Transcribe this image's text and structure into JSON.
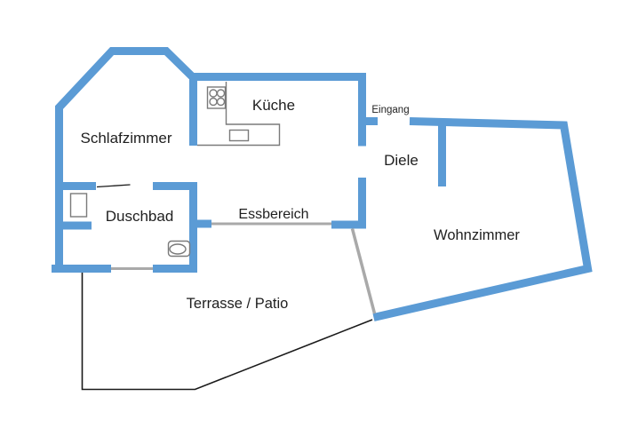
{
  "floor_plan": {
    "rooms": [
      {
        "label": "Schlafzimmer"
      },
      {
        "label": "Küche"
      },
      {
        "label": "Eingang"
      },
      {
        "label": "Diele"
      },
      {
        "label": "Duschbad"
      },
      {
        "label": "Essbereich"
      },
      {
        "label": "Wohnzimmer"
      },
      {
        "label": "Terrasse / Patio"
      }
    ],
    "fixtures": [
      {
        "icon": "stove-icon"
      },
      {
        "icon": "kitchen-sink-icon"
      },
      {
        "icon": "washbasin-icon"
      },
      {
        "icon": "toilet-icon"
      }
    ]
  },
  "colors": {
    "wall_blue": "#5b9bd5",
    "window_gray": "#a9a9a9",
    "fixture_gray": "#7a7a7a",
    "line_black": "#1a1a1a",
    "label_text": "#1f1f1f",
    "background": "#ffffff"
  }
}
